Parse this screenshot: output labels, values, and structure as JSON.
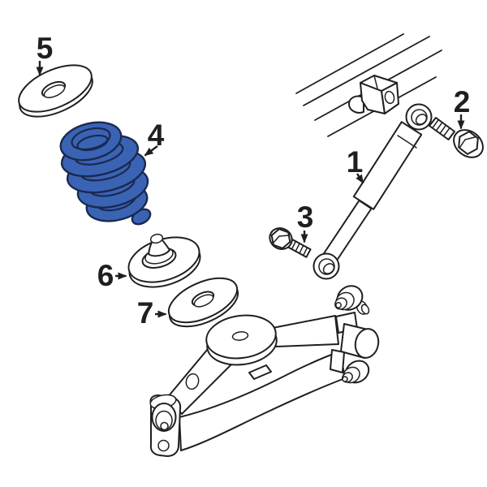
{
  "diagram": {
    "type": "parts-diagram",
    "background_color": "#ffffff",
    "line_color": "#1f1f1f",
    "highlight_fill": "#3a63b4",
    "highlight_stroke": "#1a2950",
    "callouts": [
      {
        "label": "1",
        "part": "shock-absorber"
      },
      {
        "label": "2",
        "part": "upper-shock-bolt"
      },
      {
        "label": "3",
        "part": "lower-shock-bolt"
      },
      {
        "label": "4",
        "part": "coil-spring"
      },
      {
        "label": "5",
        "part": "upper-spring-washer"
      },
      {
        "label": "6",
        "part": "upper-spring-seat"
      },
      {
        "label": "7",
        "part": "lower-spring-insulator"
      }
    ]
  }
}
